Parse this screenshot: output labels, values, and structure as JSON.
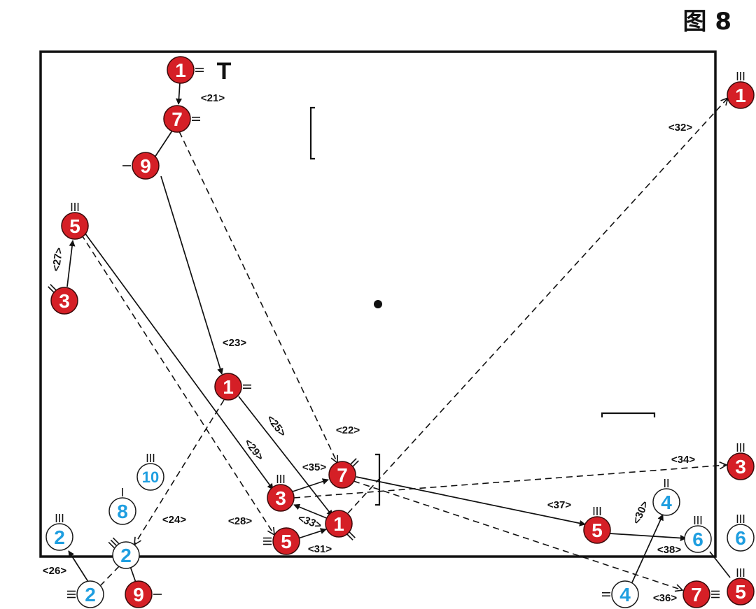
{
  "figure_title": "图 8",
  "colors": {
    "red_fill": "#d51f26",
    "red_text": "#ffffff",
    "blue_fill": "#ffffff",
    "blue_stroke": "#1a1a1a",
    "blue_text": "#1e9ee0",
    "line": "#111111"
  },
  "players": [
    {
      "id": "r1a",
      "team": "red",
      "num": "1"
    },
    {
      "id": "r7a",
      "team": "red",
      "num": "7"
    },
    {
      "id": "r9a",
      "team": "red",
      "num": "9"
    },
    {
      "id": "r5a",
      "team": "red",
      "num": "5"
    },
    {
      "id": "r3a",
      "team": "red",
      "num": "3"
    },
    {
      "id": "r1b",
      "team": "red",
      "num": "1"
    },
    {
      "id": "r7b",
      "team": "red",
      "num": "7"
    },
    {
      "id": "r3b",
      "team": "red",
      "num": "3"
    },
    {
      "id": "r1c",
      "team": "red",
      "num": "1"
    },
    {
      "id": "r5b",
      "team": "red",
      "num": "5"
    },
    {
      "id": "r9b",
      "team": "red",
      "num": "9"
    },
    {
      "id": "r5c",
      "team": "red",
      "num": "5"
    },
    {
      "id": "r1d",
      "team": "red",
      "num": "1"
    },
    {
      "id": "r3c",
      "team": "red",
      "num": "3"
    },
    {
      "id": "r7c",
      "team": "red",
      "num": "7"
    },
    {
      "id": "r5d",
      "team": "red",
      "num": "5"
    },
    {
      "id": "b10",
      "team": "blue",
      "num": "10"
    },
    {
      "id": "b8",
      "team": "blue",
      "num": "8"
    },
    {
      "id": "b2a",
      "team": "blue",
      "num": "2"
    },
    {
      "id": "b2b",
      "team": "blue",
      "num": "2"
    },
    {
      "id": "b2c",
      "team": "blue",
      "num": "2"
    },
    {
      "id": "b4a",
      "team": "blue",
      "num": "4"
    },
    {
      "id": "b4b",
      "team": "blue",
      "num": "4"
    },
    {
      "id": "b6a",
      "team": "blue",
      "num": "6"
    },
    {
      "id": "b6b",
      "team": "blue",
      "num": "6"
    }
  ],
  "labels": {
    "l21": "<21>",
    "l22": "<22>",
    "l23": "<23>",
    "l24": "<24>",
    "l25": "<25>",
    "l26": "<26>",
    "l27": "<27>",
    "l28": "<28>",
    "l29": "<29>",
    "l30": "<30>",
    "l31": "<31>",
    "l32": "<32>",
    "l33": "<33>",
    "l34": "<34>",
    "l35": "<35>",
    "l36": "<36>",
    "l37": "<37>",
    "l38": "<38>"
  },
  "markers": {
    "tee": "T"
  }
}
